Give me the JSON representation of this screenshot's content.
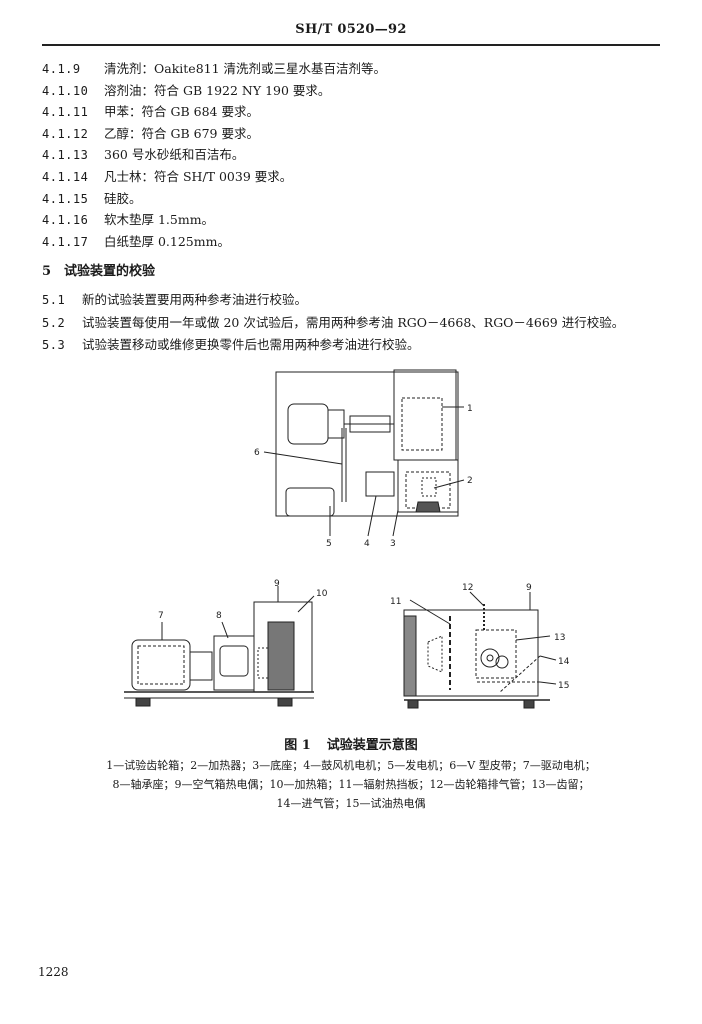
{
  "header": {
    "std_code": "SH/T 0520—92"
  },
  "materials": [
    {
      "num": "4.1.9",
      "text": "清洗剂：Oakite811 清洗剂或三星水基百洁剂等。"
    },
    {
      "num": "4.1.10",
      "text": "溶剂油：符合 GB 1922 NY 190 要求。"
    },
    {
      "num": "4.1.11",
      "text": "甲苯：符合 GB 684 要求。"
    },
    {
      "num": "4.1.12",
      "text": "乙醇：符合 GB 679 要求。"
    },
    {
      "num": "4.1.13",
      "text": "360 号水砂纸和百洁布。"
    },
    {
      "num": "4.1.14",
      "text": "凡士林：符合 SH/T 0039 要求。"
    },
    {
      "num": "4.1.15",
      "text": "硅胶。"
    },
    {
      "num": "4.1.16",
      "text": "软木垫厚 1.5mm。"
    },
    {
      "num": "4.1.17",
      "text": "白纸垫厚 0.125mm。"
    }
  ],
  "section": {
    "num": "5",
    "title": "试验装置的校验"
  },
  "clauses": [
    {
      "num": "5.1",
      "text": "新的试验装置要用两种参考油进行校验。"
    },
    {
      "num": "5.2",
      "text": "试验装置每使用一年或做 20 次试验后，需用两种参考油 RGO－4668、RGO－4669 进行校验。"
    },
    {
      "num": "5.3",
      "text": "试验装置移动或维修更换零件后也需用两种参考油进行校验。"
    }
  ],
  "figure": {
    "callouts": {
      "c1": "1",
      "c2": "2",
      "c3": "3",
      "c4": "4",
      "c5": "5",
      "c6": "6",
      "c7": "7",
      "c8": "8",
      "c9": "9",
      "c10": "10",
      "c11": "11",
      "c12": "12",
      "c9b": "9",
      "c13": "13",
      "c14": "14",
      "c15": "15"
    },
    "caption_num": "图 1",
    "caption_title": "试验装置示意图",
    "legend_lines": [
      "1—试验齿轮箱；2—加热器；3—底座；4—鼓风机电机；5—发电机；6—V 型皮带；7—驱动电机；",
      "8—轴承座；9—空气箱热电偶；10—加热箱；11—辐射热挡板；12—齿轮箱排气管；13—齿留；",
      "14—进气管；15—试油热电偶"
    ]
  },
  "page_number": "1228"
}
